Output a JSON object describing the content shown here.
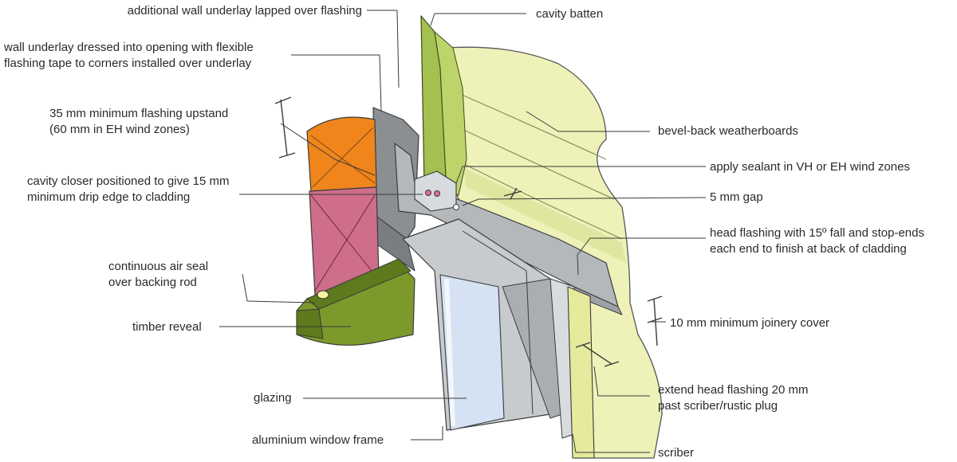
{
  "labels": {
    "additional_underlay": [
      "additional wall underlay lapped over flashing"
    ],
    "wall_underlay": [
      "wall underlay dressed into opening with flexible",
      "flashing tape to corners installed over underlay"
    ],
    "flashing_upstand": [
      "35 mm minimum flashing upstand",
      "(60 mm in EH wind zones)"
    ],
    "cavity_closer": [
      "cavity closer positioned to give 15 mm",
      "minimum drip edge to cladding"
    ],
    "air_seal": [
      "continuous air seal",
      "over backing rod"
    ],
    "timber_reveal": [
      "timber reveal"
    ],
    "glazing": [
      "glazing"
    ],
    "window_frame": [
      "aluminium window frame"
    ],
    "cavity_batten": [
      "cavity batten"
    ],
    "weatherboards": [
      "bevel-back weatherboards"
    ],
    "sealant": [
      "apply sealant in VH or EH wind zones"
    ],
    "gap": [
      "5 mm gap"
    ],
    "head_flashing": [
      "head flashing with 15º fall and stop-ends",
      "each end to finish at back of cladding"
    ],
    "joinery_cover": [
      "10 mm minimum joinery cover"
    ],
    "extend_flashing": [
      "extend head flashing 20 mm",
      "past scriber/rustic plug"
    ],
    "scriber": [
      "scriber"
    ]
  },
  "colors": {
    "weatherboard": "#eef2b8",
    "weatherboard_shade": "#dfe6a0",
    "batten": "#a3c050",
    "framing_pink": "#cf6e8a",
    "framing_orange": "#f0851c",
    "flashing_grey": "#b4b8bb",
    "underlay_grey": "#8c8f92",
    "reveal_green": "#7c9a2c",
    "reveal_dark": "#5d7a1c",
    "glazing_blue": "#d5e2f3",
    "frame_grey": "#c7cbce",
    "line": "#3a3a3a"
  }
}
